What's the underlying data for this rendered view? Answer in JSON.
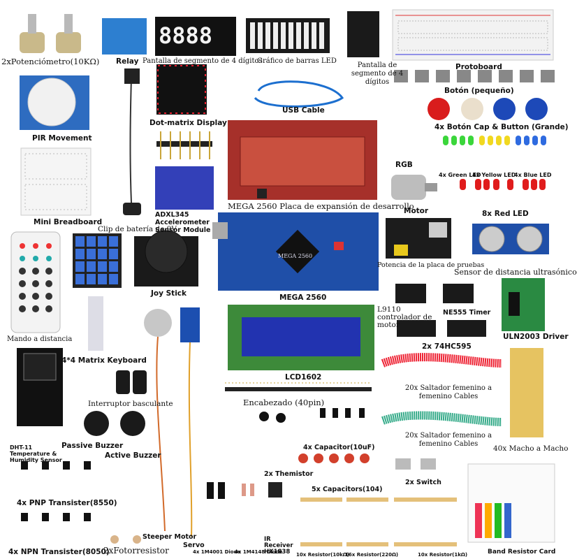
{
  "labels": {
    "potentiometer": "2xPotenciómetro(10KΩ)",
    "relay": "Relay",
    "segment4": "Pantalla de segmento de 4 dígitos",
    "ledbar": "Gráfico de barras LED",
    "segment1": "Pantalla de segmento de 4 dígitos",
    "protoboard": "Protoboard",
    "boton_pequeno": "Botón (pequeño)",
    "pir": "PIR Movement",
    "dotmatrix": "Dot-matrix Display",
    "usb": "USB Cable",
    "boton_cap": "4x Botón Cap & Button (Grande)",
    "rgb": "RGB",
    "green_led": "4x Green LED",
    "yellow_led": "4x Yellow LED",
    "blue_led": "4x Blue LED",
    "adxl": "ADXL345 Accelerometer Sensor Module",
    "mini_bb": "Mini Breadboard",
    "clip": "Clip de batería de 9V",
    "shield": "MEGA 2560 Placa de expansión de desarrollo",
    "motor": "Motor",
    "red_led": "8x Red LED",
    "power_board": "Potencia de la placa de pruebas",
    "ultrasonic": "Sensor de distancia ultrasónico",
    "joystick": "Joy Stick",
    "mega": "MEGA 2560",
    "remote": "Mando a distancia",
    "l9110": "L9110 controlador de motor",
    "ne555": "NE555 Timer",
    "uln": "ULN2003 Driver",
    "x74hc595": "2x 74HC595",
    "keyboard": "4*4 Matrix Keyboard",
    "lcd": "LCD1602",
    "tilt": "Interruptor basculante",
    "header": "Encabezado (40pin)",
    "jumper_ff1": "20x Saltador femenino a femenino Cables",
    "jumper_ff2": "20x Saltador femenino a femenino Cables",
    "male_male": "40x Macho a Macho",
    "dht": "DHT-11 Temperature & Humidity Sensor",
    "passive_buzzer": "Passive Buzzer",
    "active_buzzer": "Active Buzzer",
    "capacitor10": "4x Capacitor(10uF)",
    "themistor": "2x Themistor",
    "switch2": "2x Switch",
    "pnp": "4x PNP Transister(8550)",
    "capacitors104": "5x Capacitors(104)",
    "npn": "4x NPN Transister(8050)",
    "fotoresistor": "2xFotorresistor",
    "stepper": "Steeper Motor",
    "servo": "Servo",
    "diode4001": "4x 1M4001 Diode",
    "diode4148": "4x 1M4148 Diode",
    "ir": "IR Receiver HX1838",
    "r10k": "10x Resistor(10kΩ)",
    "r220": "16x Resistor(220Ω)",
    "r1k": "10x Resistor(1kΩ)",
    "band_card": "Band Resistor Card",
    "mega_board_text": "MEGA 2560",
    "segment_digits": "8888"
  },
  "colors": {
    "board_blue": "#1f4fa8",
    "shield_red": "#a6302a",
    "lcd_green": "#3d8a3a",
    "lcd_screen": "#2233b0",
    "ic_black": "#1a1a1a"
  }
}
